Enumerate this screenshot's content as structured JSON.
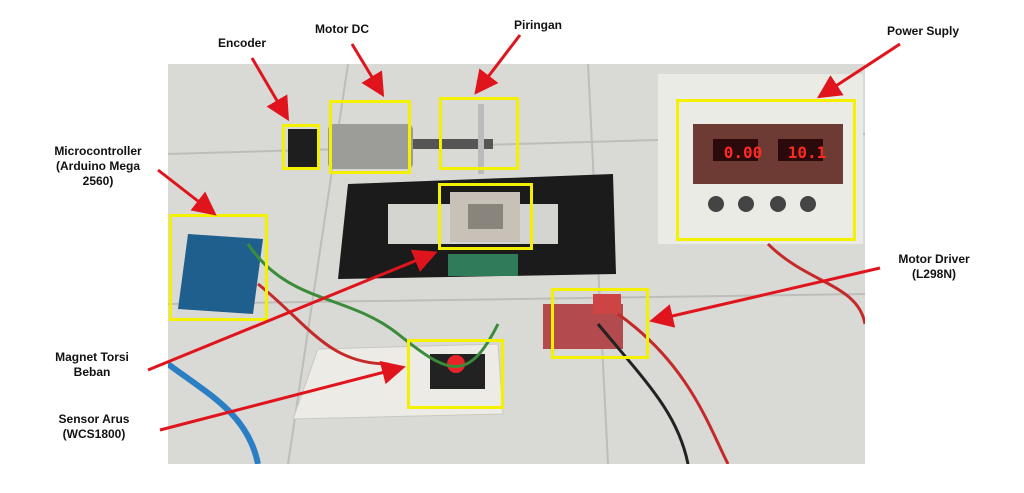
{
  "figure": {
    "labels": {
      "encoder": "Encoder",
      "motor_dc": "Motor DC",
      "piringan": "Piringan",
      "power_supply": "Power Suply",
      "microcontroller": "Microcontroller\n(Arduino Mega\n2560)",
      "motor_driver": "Motor Driver\n(L298N)",
      "magnet": "Magnet Torsi\nBeban",
      "sensor_arus": "Sensor Arus\n(WCS1800)"
    },
    "power_supply_display": {
      "left": "0.00",
      "right": "10.1"
    },
    "colors": {
      "highlight": "#f3f000",
      "arrow": "#e0141c"
    }
  }
}
